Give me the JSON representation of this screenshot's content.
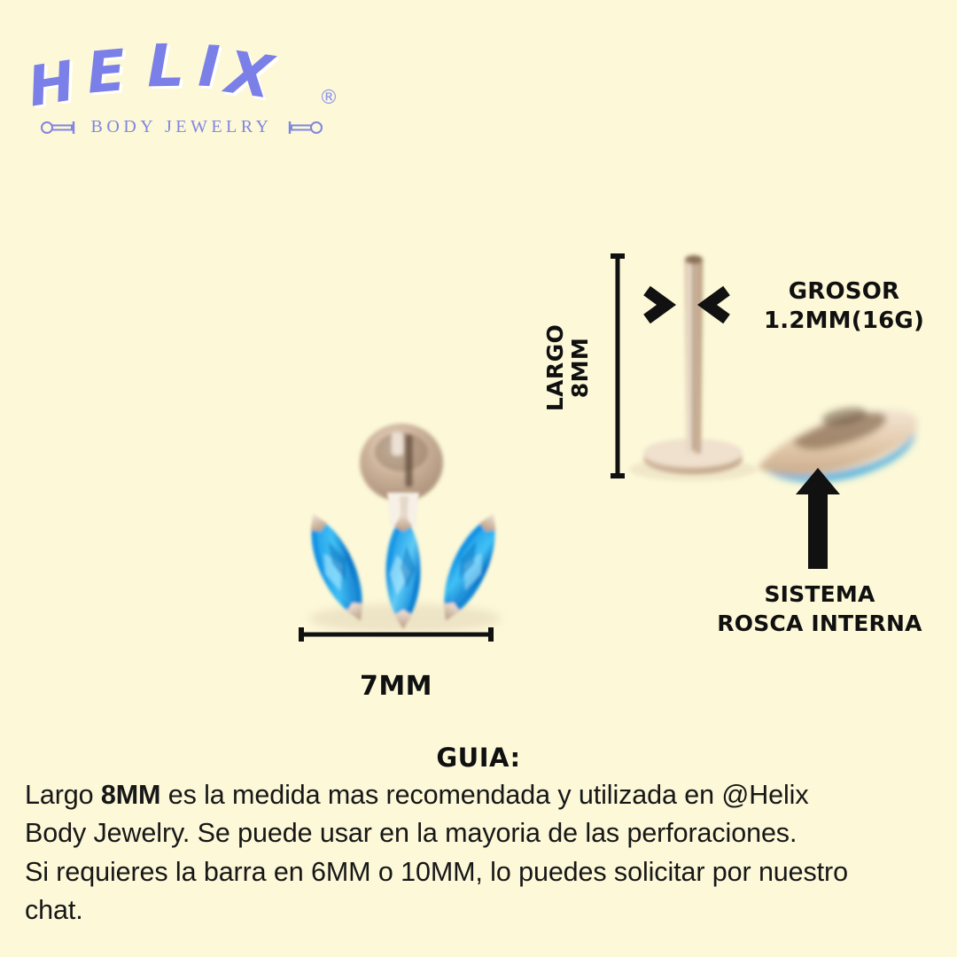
{
  "meta": {
    "background_color": "#fcf8d8",
    "brand_color": "#7b7fe8",
    "text_color": "#101010"
  },
  "logo": {
    "letters": [
      "H",
      "E",
      "L",
      "I",
      "X"
    ],
    "registered_mark": "®",
    "subtitle": "Body Jewelry",
    "left_icon": "barbell-icon",
    "right_icon": "barbell-icon"
  },
  "diagram": {
    "length_label_line1": "LARGO",
    "length_label_line2": "8MM",
    "thickness_label_line1": "GROSOR",
    "thickness_label_line2": "1.2MM(16G)",
    "width_label": "7MM",
    "thread_label_line1": "SISTEMA",
    "thread_label_line2": "ROSCA INTERNA",
    "product_name": "three-marquise-opal-labret-earring",
    "post_name": "labret-flat-back-post",
    "thread_name": "internal-thread-closeup",
    "stone_color": "#1b9ae8",
    "metal_color": "#c8a98c"
  },
  "guide": {
    "title": "GUIA:",
    "line1_pre": "Largo ",
    "line1_bold": "8MM",
    "line1_post": " es la medida mas  recomendada y utilizada en @Helix",
    "line2": "Body Jewelry. Se puede usar en la mayoria de las perforaciones.",
    "line3": "Si requieres la barra en 6MM o 10MM, lo puedes solicitar por nuestro",
    "line4": "chat."
  }
}
